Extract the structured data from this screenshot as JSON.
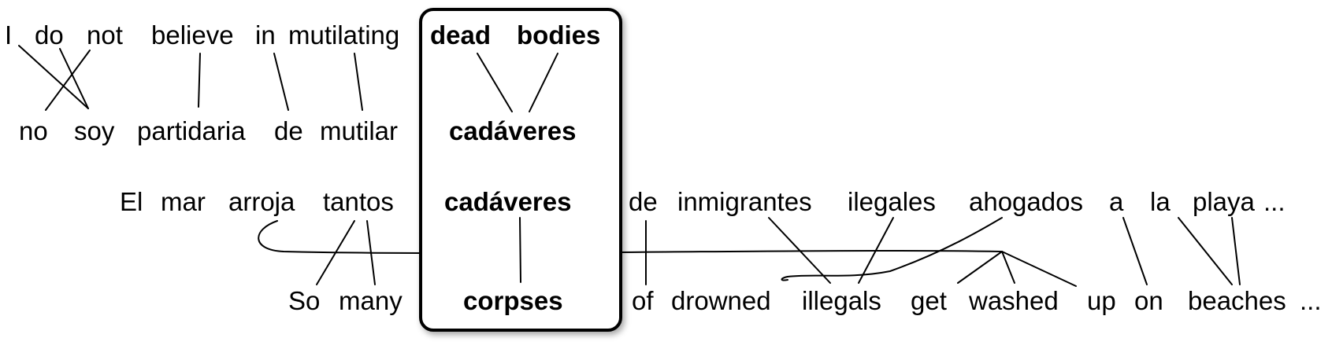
{
  "alignment_1": {
    "source": [
      "I",
      "do",
      "not",
      "believe",
      "in",
      "mutilating",
      "dead",
      "bodies"
    ],
    "target": [
      "no",
      "soy",
      "partidaria",
      "de",
      "mutilar",
      "cadáveres"
    ]
  },
  "alignment_2": {
    "source": [
      "El",
      "mar",
      "arroja",
      "tantos",
      "cadáveres",
      "de",
      "inmigrantes",
      "ilegales",
      "ahogados",
      "a",
      "la",
      "playa",
      "..."
    ],
    "target": [
      "So",
      "many",
      "corpses",
      "of",
      "drowned",
      "illegals",
      "get",
      "washed",
      "up",
      "on",
      "beaches",
      "..."
    ]
  },
  "highlight": {
    "words": [
      "dead",
      "bodies",
      "cadáveres",
      "cadáveres",
      "corpses"
    ]
  }
}
